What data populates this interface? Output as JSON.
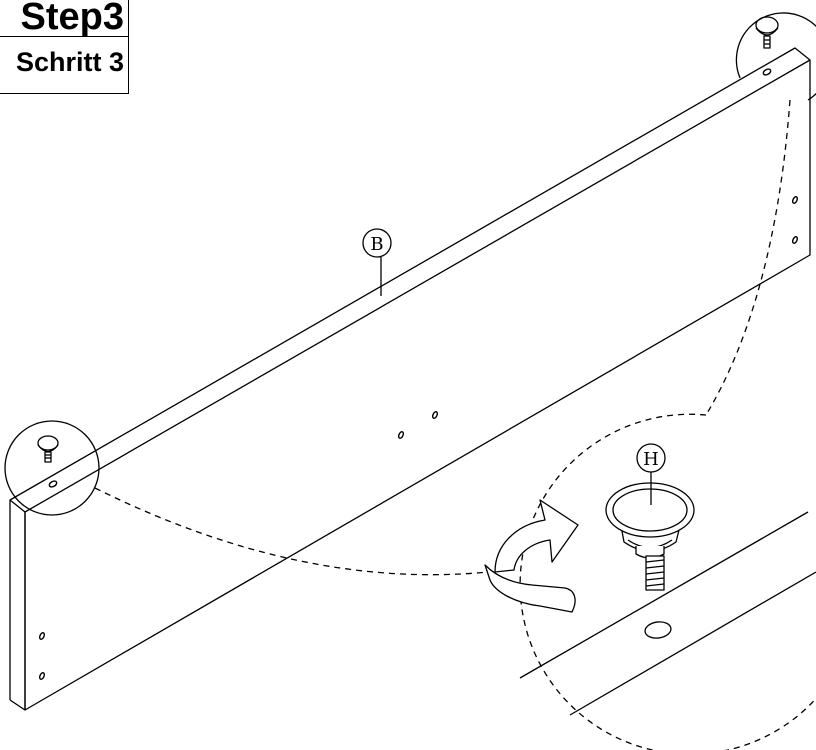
{
  "step": {
    "title": "Step3",
    "subtitle": "Schritt 3"
  },
  "parts": {
    "panel_label": "B",
    "foot_label": "H"
  }
}
